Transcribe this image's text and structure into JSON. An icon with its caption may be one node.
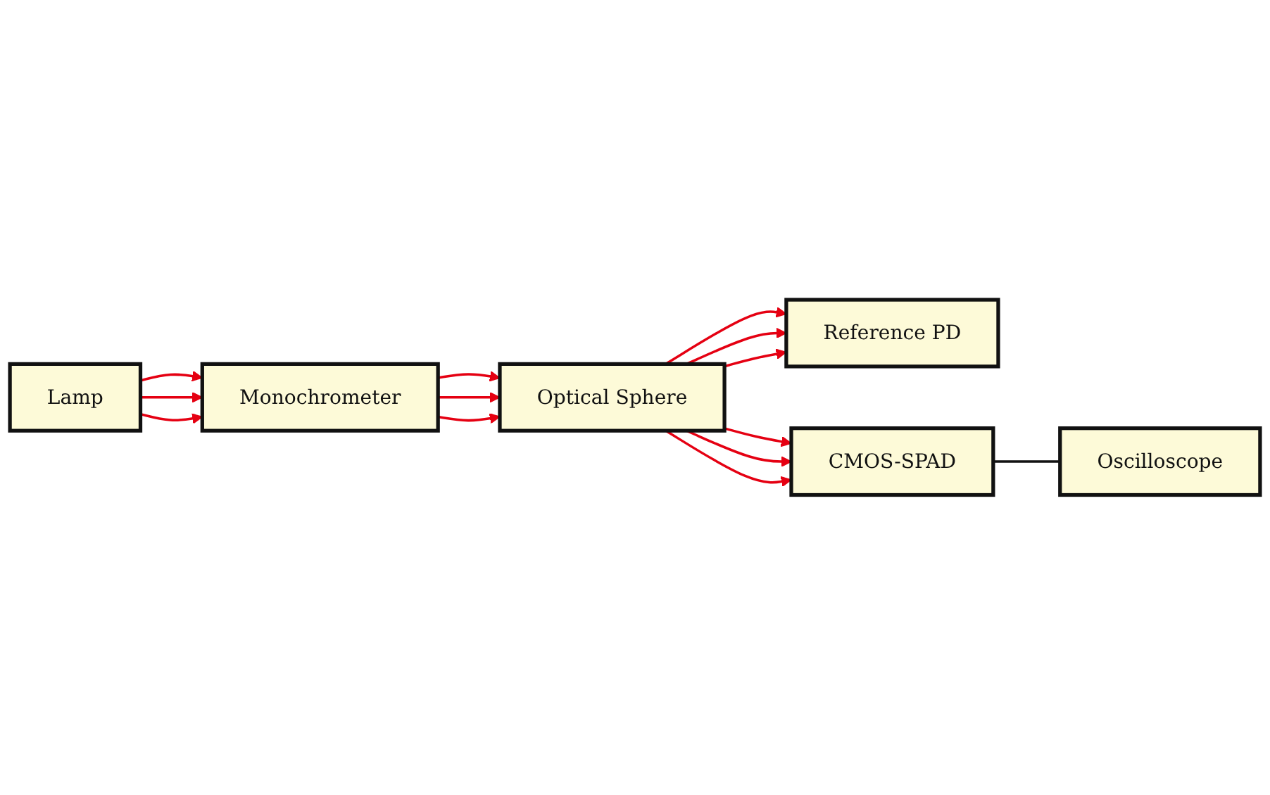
{
  "diagram": {
    "nodes": [
      {
        "text": [
          "Lamp"
        ]
      },
      {
        "text": [
          "Monochrometer"
        ]
      },
      {
        "text": [
          "Optical Sphere"
        ]
      },
      {
        "text": [
          "Reference PD"
        ]
      },
      {
        "text": [
          "CMOS-SPAD"
        ]
      },
      {
        "text": [
          "Oscilloscope"
        ]
      }
    ],
    "edges": [
      {
        "from": 0,
        "to": 1,
        "arrow": "to",
        "color": "#e50012"
      },
      {
        "from": 0,
        "to": 1,
        "arrow": "to",
        "color": "#e50012"
      },
      {
        "from": 0,
        "to": 1,
        "arrow": "to",
        "color": "#e50012"
      },
      {
        "from": 1,
        "to": 2,
        "arrow": "to",
        "color": "#e50012"
      },
      {
        "from": 1,
        "to": 2,
        "arrow": "to",
        "color": "#e50012"
      },
      {
        "from": 1,
        "to": 2,
        "arrow": "to",
        "color": "#e50012"
      },
      {
        "from": 2,
        "to": 3,
        "arrow": "to",
        "color": "#e50012"
      },
      {
        "from": 2,
        "to": 3,
        "arrow": "to",
        "color": "#e50012"
      },
      {
        "from": 2,
        "to": 3,
        "arrow": "to",
        "color": "#e50012"
      },
      {
        "from": 2,
        "to": 4,
        "arrow": "to",
        "color": "#e50012"
      },
      {
        "from": 2,
        "to": 4,
        "arrow": "to",
        "color": "#e50012"
      },
      {
        "from": 2,
        "to": 4,
        "arrow": "to",
        "color": "#e50012"
      },
      {
        "from": 4,
        "to": 5,
        "arrow": "none",
        "color": "#111111"
      }
    ]
  }
}
